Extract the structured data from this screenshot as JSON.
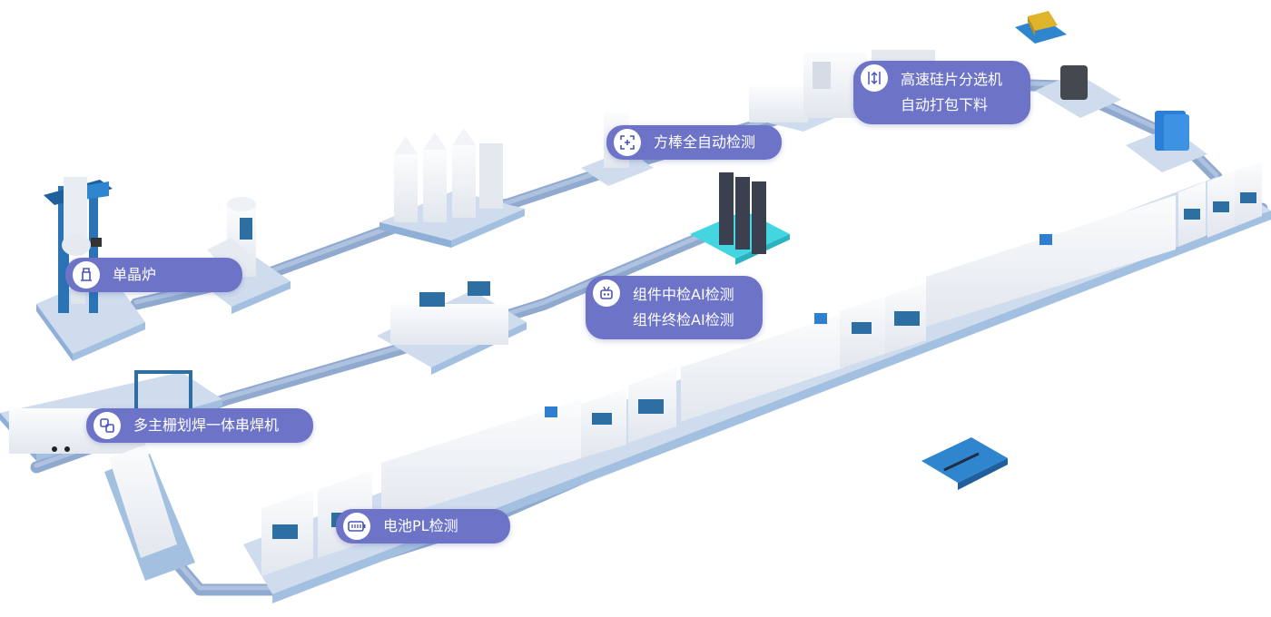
{
  "labels": {
    "crystal_furnace": "单晶炉",
    "square_rod_inspection": "方棒全自动检测",
    "wafer_sorter_line1": "高速硅片分选机",
    "wafer_sorter_line2": "自动打包下料",
    "module_inspection_line1": "组件中检AI检测",
    "module_inspection_line2": "组件终检AI检测",
    "stringer": "多主栅划焊一体串焊机",
    "battery_pl": "电池PL检测"
  },
  "icons": {
    "crystal_furnace": "furnace-icon",
    "square_rod_inspection": "scan-icon",
    "wafer_sorter": "sort-arrows-icon",
    "module_inspection": "robot-icon",
    "stringer": "layers-icon",
    "battery_pl": "battery-icon"
  },
  "colors": {
    "label_bg": "#6d74c8",
    "icon_fg": "#4a55b8",
    "track": "#8fa8cf",
    "platform_top": "#d6e2f1",
    "machine_white": "#f2f4f7",
    "machine_blue": "#2d6fa3",
    "accent_blue": "#2e7fd6",
    "accent_yellow": "#e0b42a",
    "panel_cyan": "#44d6e0"
  }
}
